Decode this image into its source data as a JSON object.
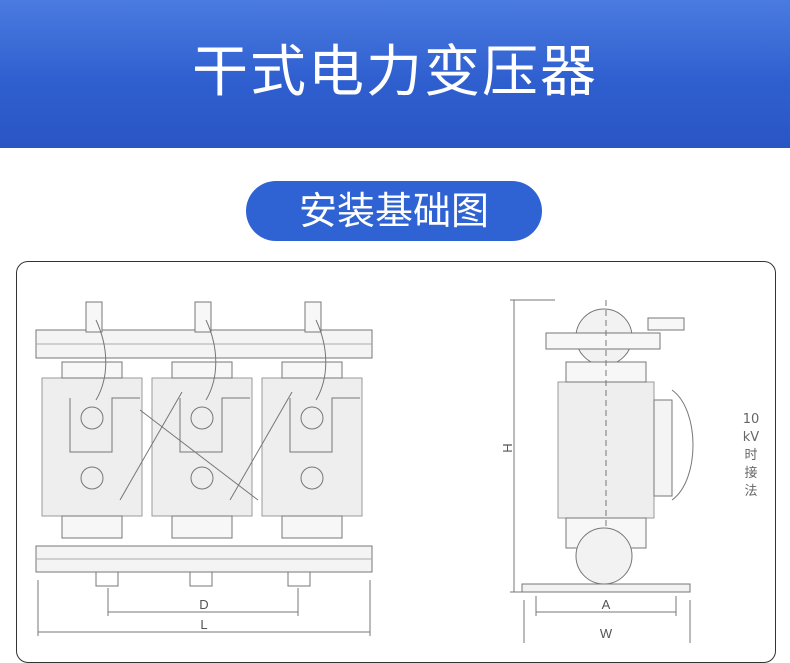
{
  "banner": {
    "title": "干式电力变压器"
  },
  "section": {
    "label": "安装基础图"
  },
  "diagram": {
    "front_labels": {
      "d": "D",
      "l": "L"
    },
    "side_labels": {
      "h": "H",
      "a": "A",
      "w": "W"
    },
    "annotation": [
      "10",
      "kV",
      "时",
      "接",
      "法"
    ]
  },
  "colors": {
    "banner": "#2f5fcf",
    "pill": "#2f62d3",
    "line": "#777777"
  }
}
